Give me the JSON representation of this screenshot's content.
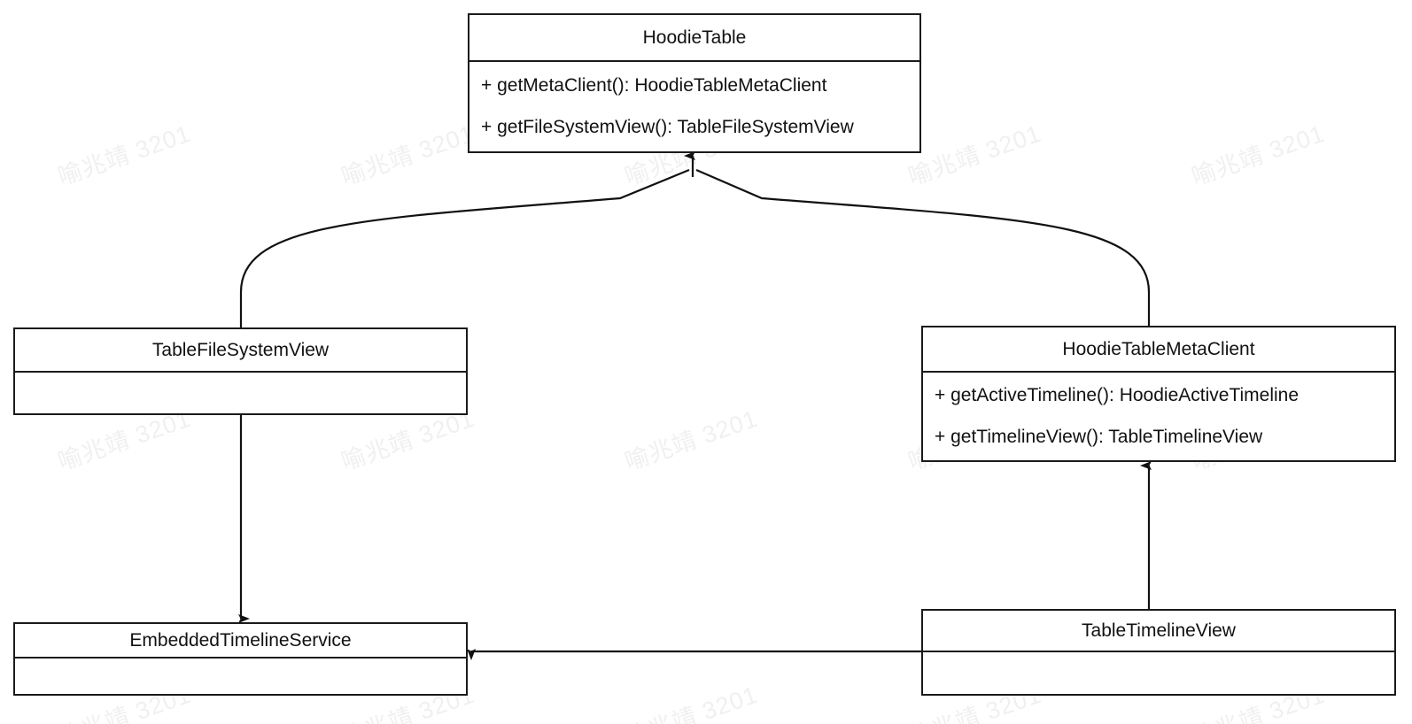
{
  "diagram": {
    "title": "HoodieTable UML class diagram",
    "background_color": "#ffffff",
    "line_color": "#111111",
    "text_color": "#111111",
    "watermark": {
      "text": "喻兆靖 3201",
      "color": "#f0f0f0"
    },
    "classes": [
      {
        "id": "hoodie-table",
        "name": "HoodieTable",
        "members": [
          "+ getMetaClient(): HoodieTableMetaClient",
          "+ getFileSystemView(): TableFileSystemView"
        ]
      },
      {
        "id": "table-file-system-view",
        "name": "TableFileSystemView",
        "members": []
      },
      {
        "id": "hoodie-table-meta-client",
        "name": "HoodieTableMetaClient",
        "members": [
          "+ getActiveTimeline(): HoodieActiveTimeline",
          "+ getTimelineView(): TableTimelineView"
        ]
      },
      {
        "id": "embedded-timeline-service",
        "name": "EmbeddedTimelineService",
        "members": []
      },
      {
        "id": "table-timeline-view",
        "name": "TableTimelineView",
        "members": []
      }
    ],
    "relationships": [
      {
        "id": "tfsv-to-hoodie-table",
        "from": "TableFileSystemView",
        "to": "HoodieTable",
        "style": "curved",
        "arrow": "filled"
      },
      {
        "id": "htmc-to-hoodie-table",
        "from": "HoodieTableMetaClient",
        "to": "HoodieTable",
        "style": "curved",
        "arrow": "filled"
      },
      {
        "id": "tfsv-to-ets",
        "from": "TableFileSystemView",
        "to": "EmbeddedTimelineService",
        "style": "straight",
        "arrow": "filled"
      },
      {
        "id": "ttv-to-htmc",
        "from": "TableTimelineView",
        "to": "HoodieTableMetaClient",
        "style": "straight",
        "arrow": "filled"
      },
      {
        "id": "ttv-to-ets",
        "from": "TableTimelineView",
        "to": "EmbeddedTimelineService",
        "style": "straight",
        "arrow": "filled"
      }
    ]
  }
}
